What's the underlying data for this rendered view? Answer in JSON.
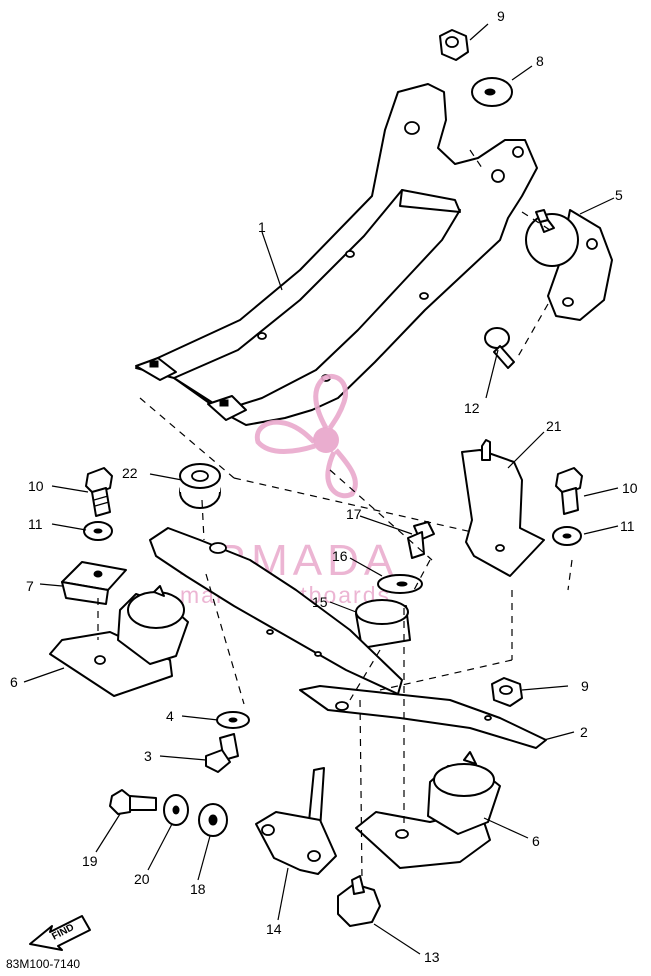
{
  "callouts": {
    "c1": "1",
    "c2": "2",
    "c3": "3",
    "c4": "4",
    "c5": "5",
    "c6a": "6",
    "c6b": "6",
    "c7": "7",
    "c8": "8",
    "c9a": "9",
    "c9b": "9",
    "c10a": "10",
    "c10b": "10",
    "c11a": "11",
    "c11b": "11",
    "c12": "12",
    "c13": "13",
    "c14": "14",
    "c15": "15",
    "c16": "16",
    "c17": "17",
    "c18": "18",
    "c19": "19",
    "c20": "20",
    "c21": "21",
    "c22": "22"
  },
  "watermark": {
    "brand": "ARMADA",
    "tagline": "marine outboards",
    "logo_icon": "propeller-logo-icon",
    "color": "#e9a9cc"
  },
  "find_badge": {
    "text": "FIND",
    "icon": "find-arrow-icon"
  },
  "figure_code": "83M100-7140"
}
